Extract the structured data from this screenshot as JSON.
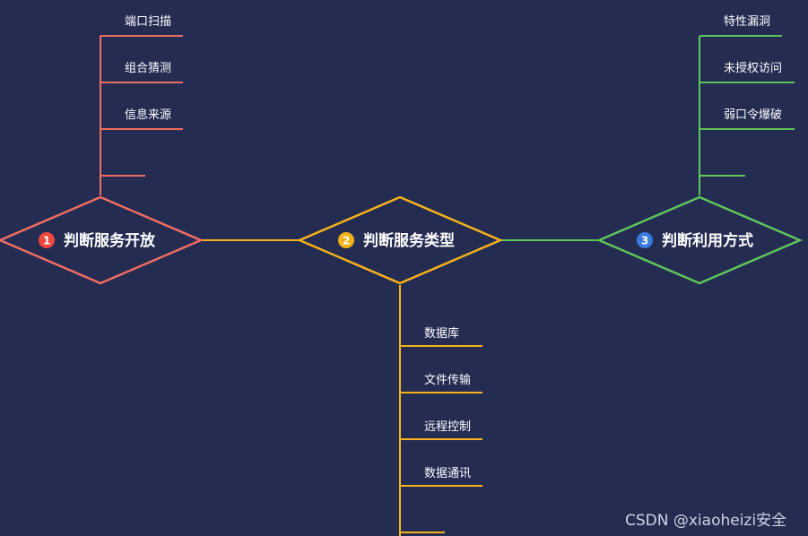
{
  "nodes": [
    {
      "id": "open",
      "number": "1",
      "title": "判断服务开放",
      "color": "#f06d62",
      "branch": "up",
      "leaves": [
        "端口扫描",
        "组合猜测",
        "信息来源",
        ""
      ]
    },
    {
      "id": "type",
      "number": "2",
      "title": "判断服务类型",
      "color": "#f6b21b",
      "branch": "down",
      "leaves": [
        "数据库",
        "文件传输",
        "远程控制",
        "数据通讯",
        ""
      ]
    },
    {
      "id": "exploit",
      "number": "3",
      "title": "判断利用方式",
      "color": "#5fc45a",
      "branch": "up",
      "leaves": [
        "特性漏洞",
        "未授权访问",
        "弱口令爆破",
        ""
      ]
    }
  ],
  "number_badge_colors": [
    "#f0483e",
    "#f6b21b",
    "#3a7be0"
  ],
  "watermark": "CSDN @xiaoheizi安全"
}
